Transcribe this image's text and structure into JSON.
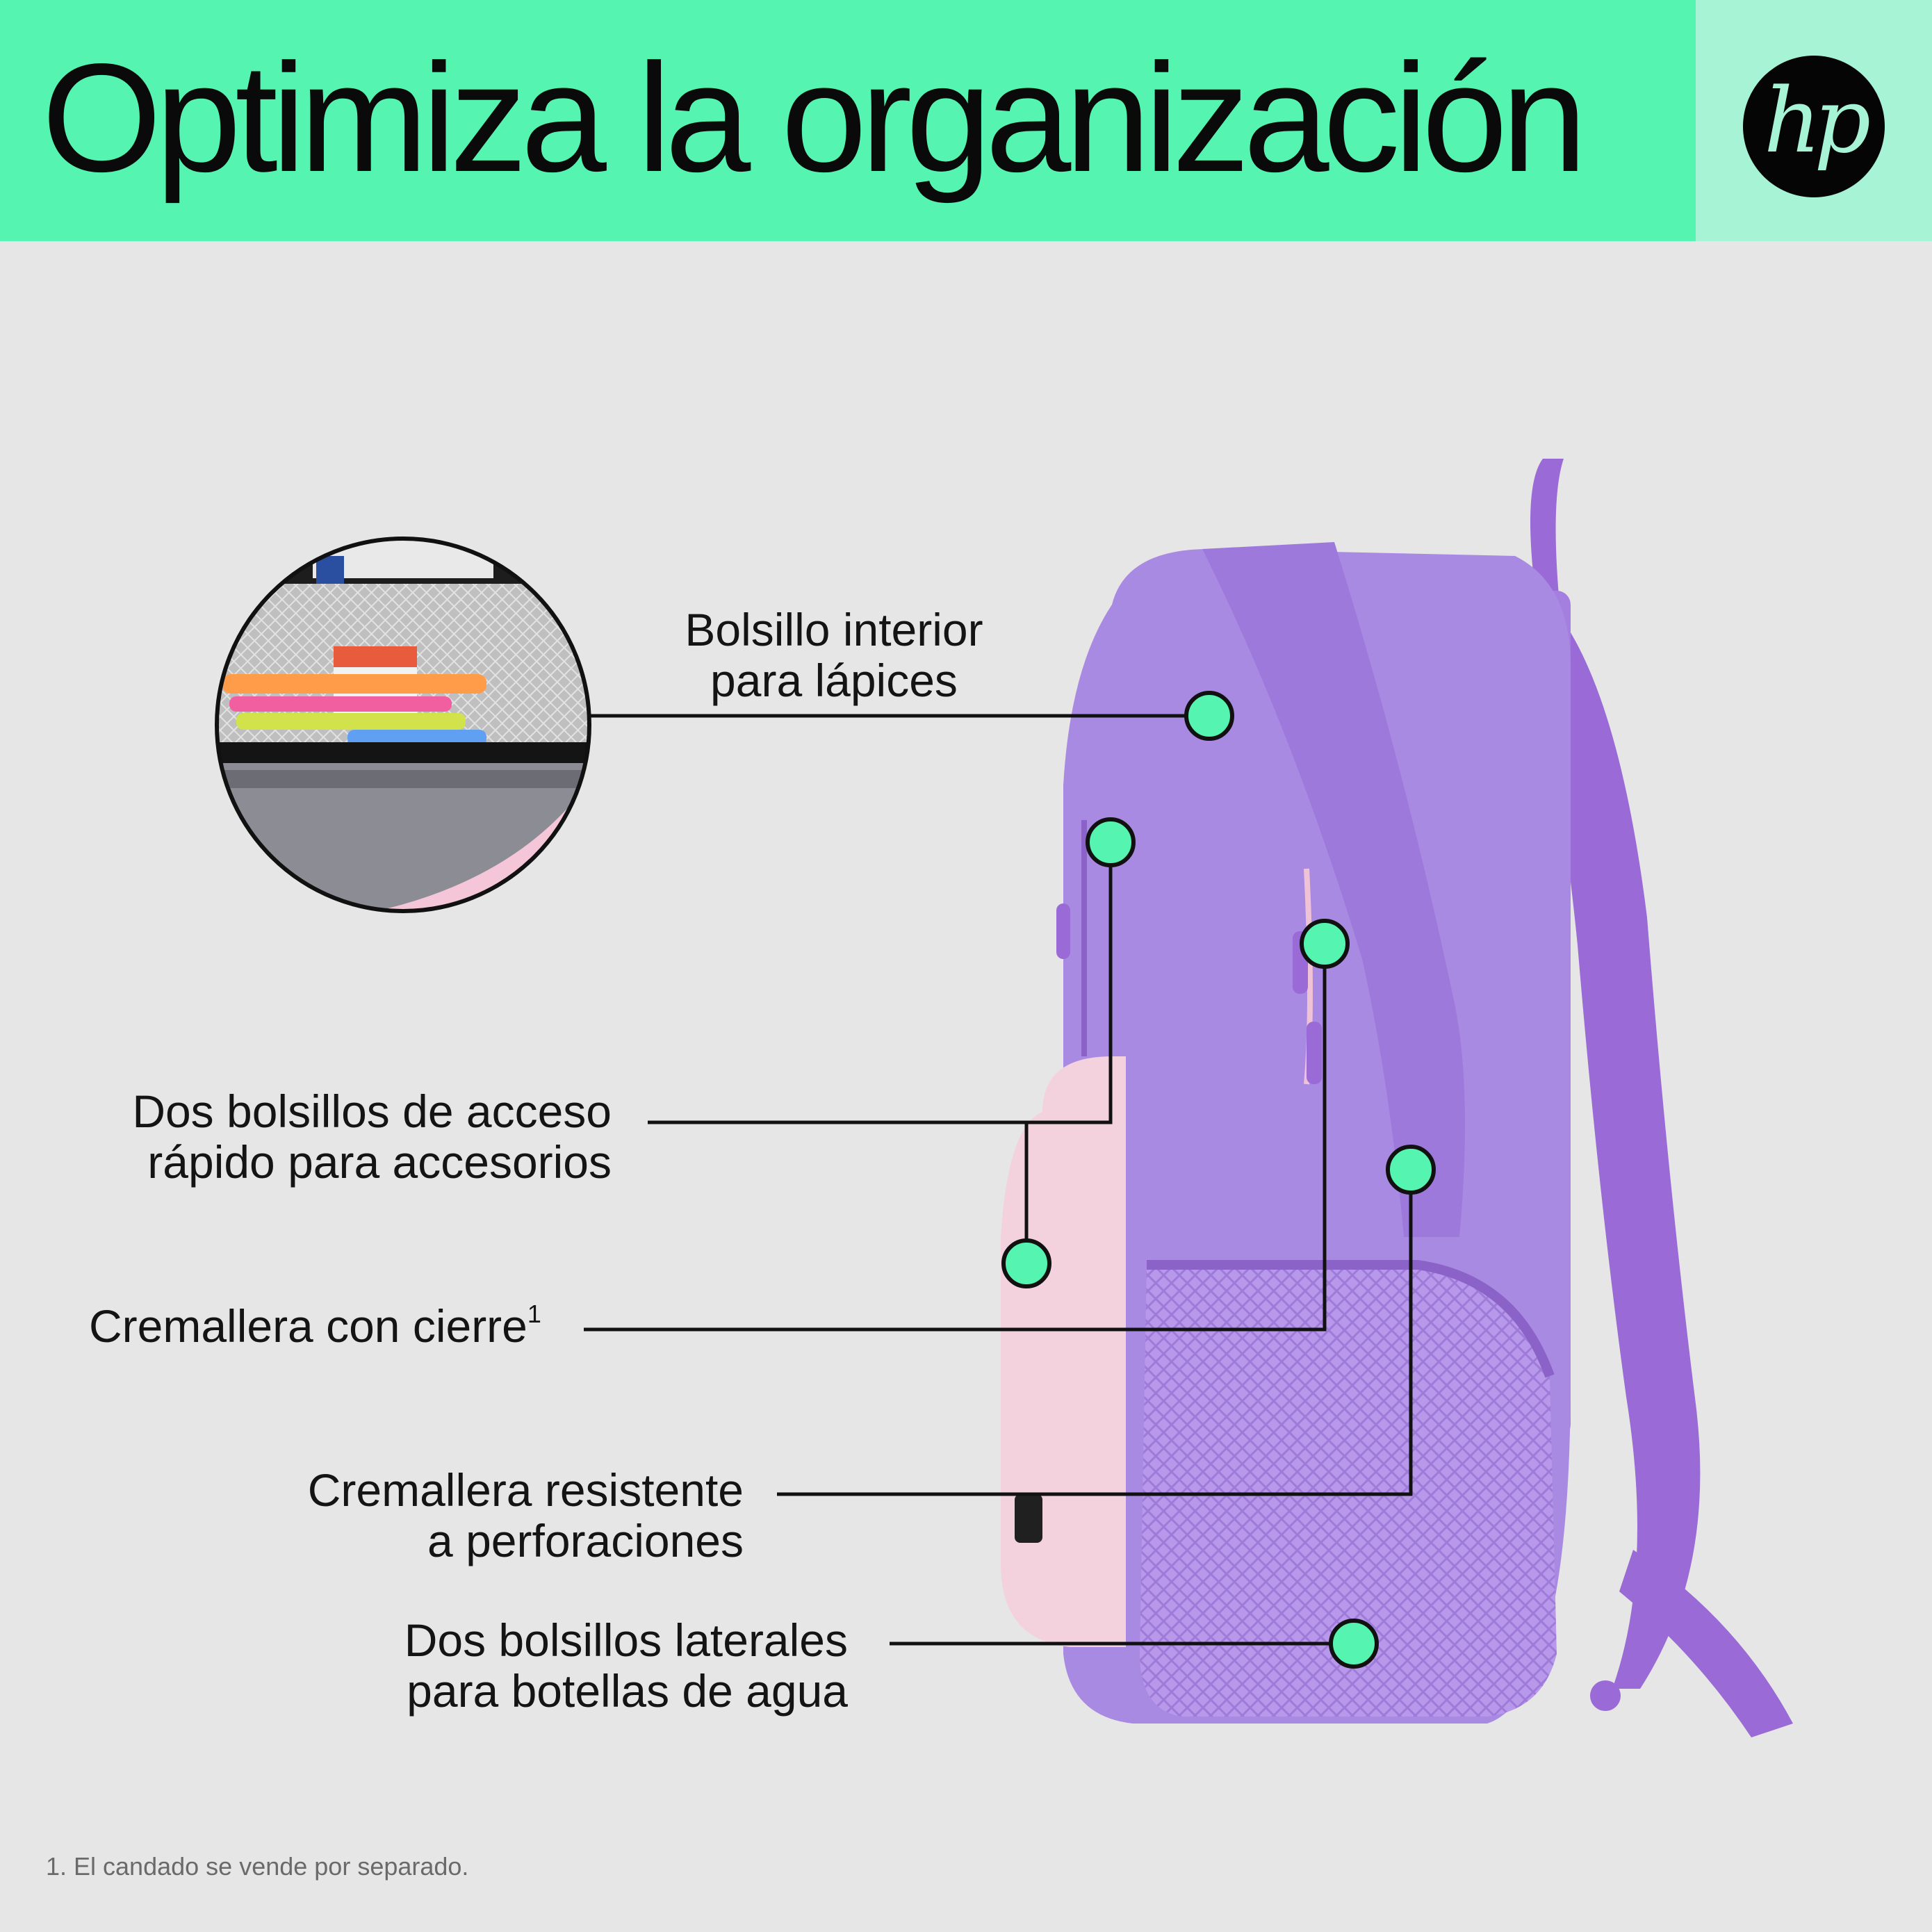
{
  "header": {
    "title": "Optimiza la organización",
    "logo_text": "hp",
    "colors": {
      "band": "#55f4b0",
      "band_right": "#a6f3d6",
      "logo": "#050505"
    }
  },
  "product": {
    "name": "backpack",
    "colors": {
      "body": "#a98ae2",
      "strap": "#9a6ad6",
      "front_pocket": "#f3d2de",
      "callout_dot": "#55f4b0"
    }
  },
  "callouts": [
    {
      "line1": "Bolsillo interior",
      "line2": "para lápices"
    },
    {
      "line1": "Dos bolsillos de acceso",
      "line2": "rápido para accesorios"
    },
    {
      "line1": "Cremallera con cierre",
      "sup": "1"
    },
    {
      "line1": "Cremallera resistente",
      "line2": "a perforaciones"
    },
    {
      "line1": "Dos bolsillos laterales",
      "line2": "para botellas de agua"
    }
  ],
  "footnote": "1. El candado se vende por separado."
}
